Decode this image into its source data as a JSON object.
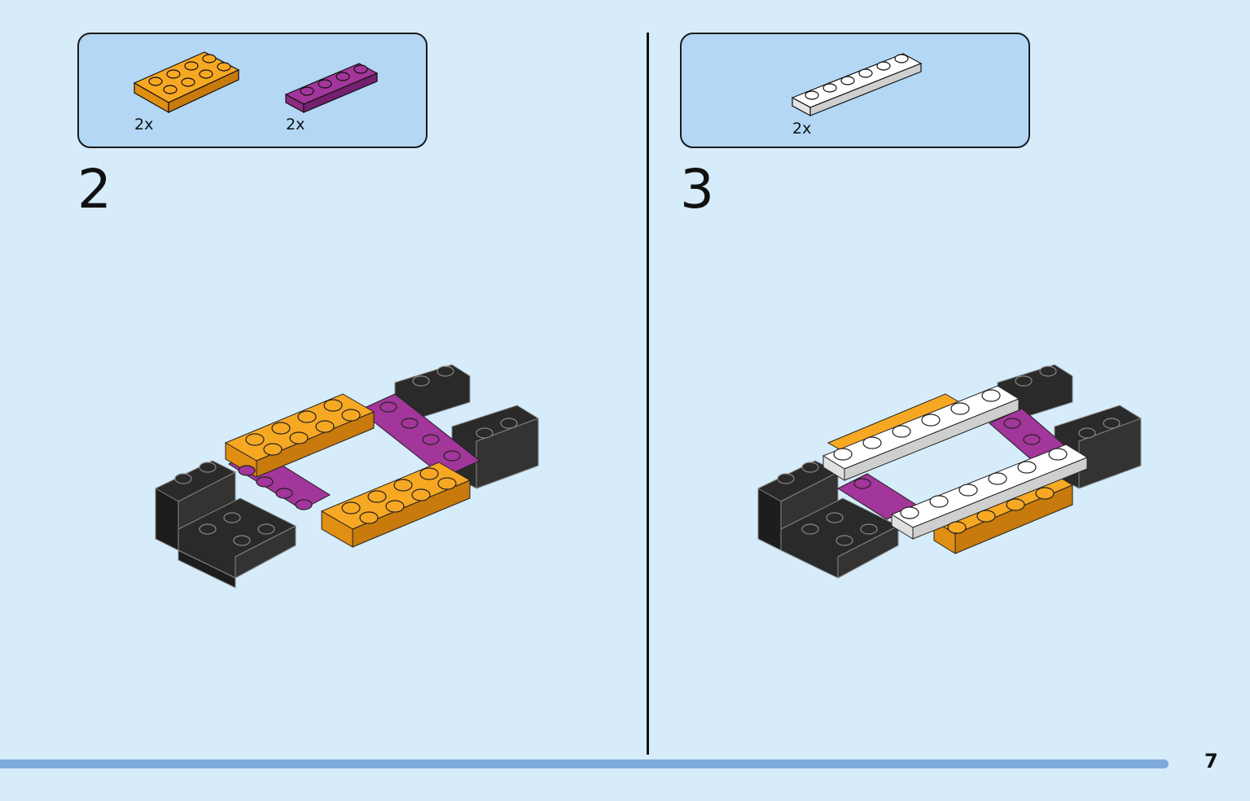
{
  "steps": [
    {
      "number": "2",
      "parts": [
        {
          "name": "orange-plate-2x4",
          "color": "#f7a823",
          "quantity": "2x"
        },
        {
          "name": "magenta-plate-1x4",
          "color": "#a3369a",
          "quantity": "2x"
        }
      ]
    },
    {
      "number": "3",
      "parts": [
        {
          "name": "white-plate-1x6",
          "color": "#ffffff",
          "quantity": "2x"
        }
      ]
    }
  ],
  "page": {
    "number": "7"
  },
  "colors": {
    "background": "#d6ecfb",
    "parts_box": "#b3d7f5",
    "orange": "#f7a823",
    "magenta": "#a3369a",
    "black": "#222222",
    "white": "#ffffff",
    "bar": "#7ea9db"
  }
}
